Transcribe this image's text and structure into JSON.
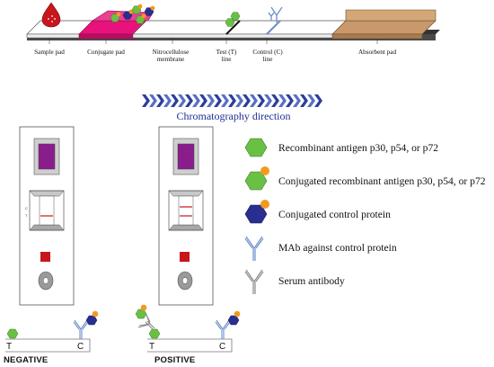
{
  "strip": {
    "sample_pad": "Sample pad",
    "conjugate_pad": "Conjugate pad",
    "nitrocellulose_line1": "Nitrocellulose",
    "nitrocellulose_line2": "membrane",
    "test_line1": "Test (T)",
    "test_line2": "line",
    "control_line1": "Control (C)",
    "control_line2": "line",
    "absorbent_pad": "Absorbent pad"
  },
  "direction_label": "Chromatography direction",
  "legend": [
    {
      "icon": "green-hexagon-icon",
      "label": "Recombinant antigen p30, p54, or p72"
    },
    {
      "icon": "green-hexagon-gold-dot-icon",
      "label": "Conjugated recombinant antigen p30, p54, or p72"
    },
    {
      "icon": "blue-hexagon-gold-dot-icon",
      "label": "Conjugated control protein"
    },
    {
      "icon": "blue-antibody-icon",
      "label": "MAb against control protein"
    },
    {
      "icon": "grey-antibody-icon",
      "label": "Serum antibody"
    }
  ],
  "negative": {
    "t": "T",
    "c": "C",
    "label": "NEGATIVE"
  },
  "positive": {
    "t": "T",
    "c": "C",
    "label": "POSITIVE"
  },
  "cassette": {
    "t": "T",
    "c": "C"
  },
  "colors": {
    "green": "#6abf45",
    "navy": "#2a2e8f",
    "gold": "#f39a1e",
    "magenta": "#e8127c",
    "tan": "#c9996b",
    "purple": "#8a1d8c",
    "red": "#c8161d",
    "blue_antibody": "#6b8fc9",
    "grey_antibody": "#8a8a8a"
  }
}
